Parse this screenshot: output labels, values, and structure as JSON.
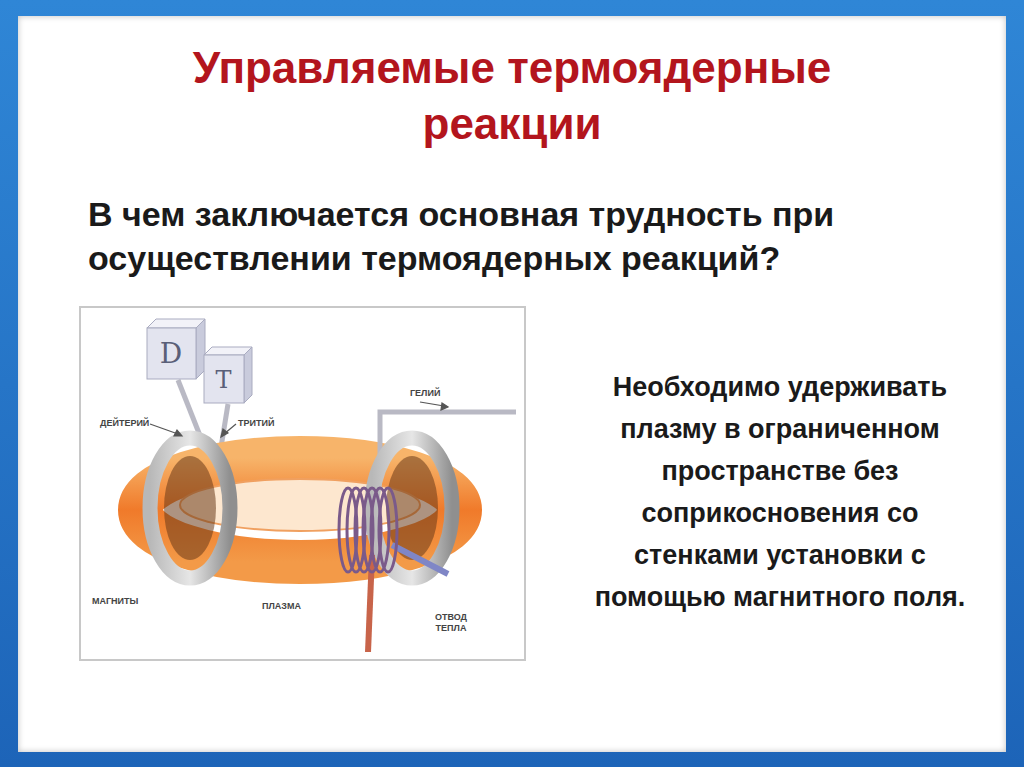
{
  "diagram": {
    "title": "Управляемые термоядерные реакции",
    "nodes": [
      {
        "text": [
          "D"
        ]
      },
      {
        "text": [
          "T"
        ]
      }
    ],
    "labels": [
      "В чем заключается основная трудность при осуществлении термоядерных реакций?",
      "Необходимо удерживать плазму в ограниченном пространстве без соприкосновения со стенками установки с помощью магнитного поля.",
      "ДЕЙТЕРИЙ",
      "ТРИТИЙ",
      "ГЕЛИЙ",
      "МАГНИТЫ",
      "ПЛАЗМА",
      "ОТВОД ТЕПЛА"
    ]
  }
}
